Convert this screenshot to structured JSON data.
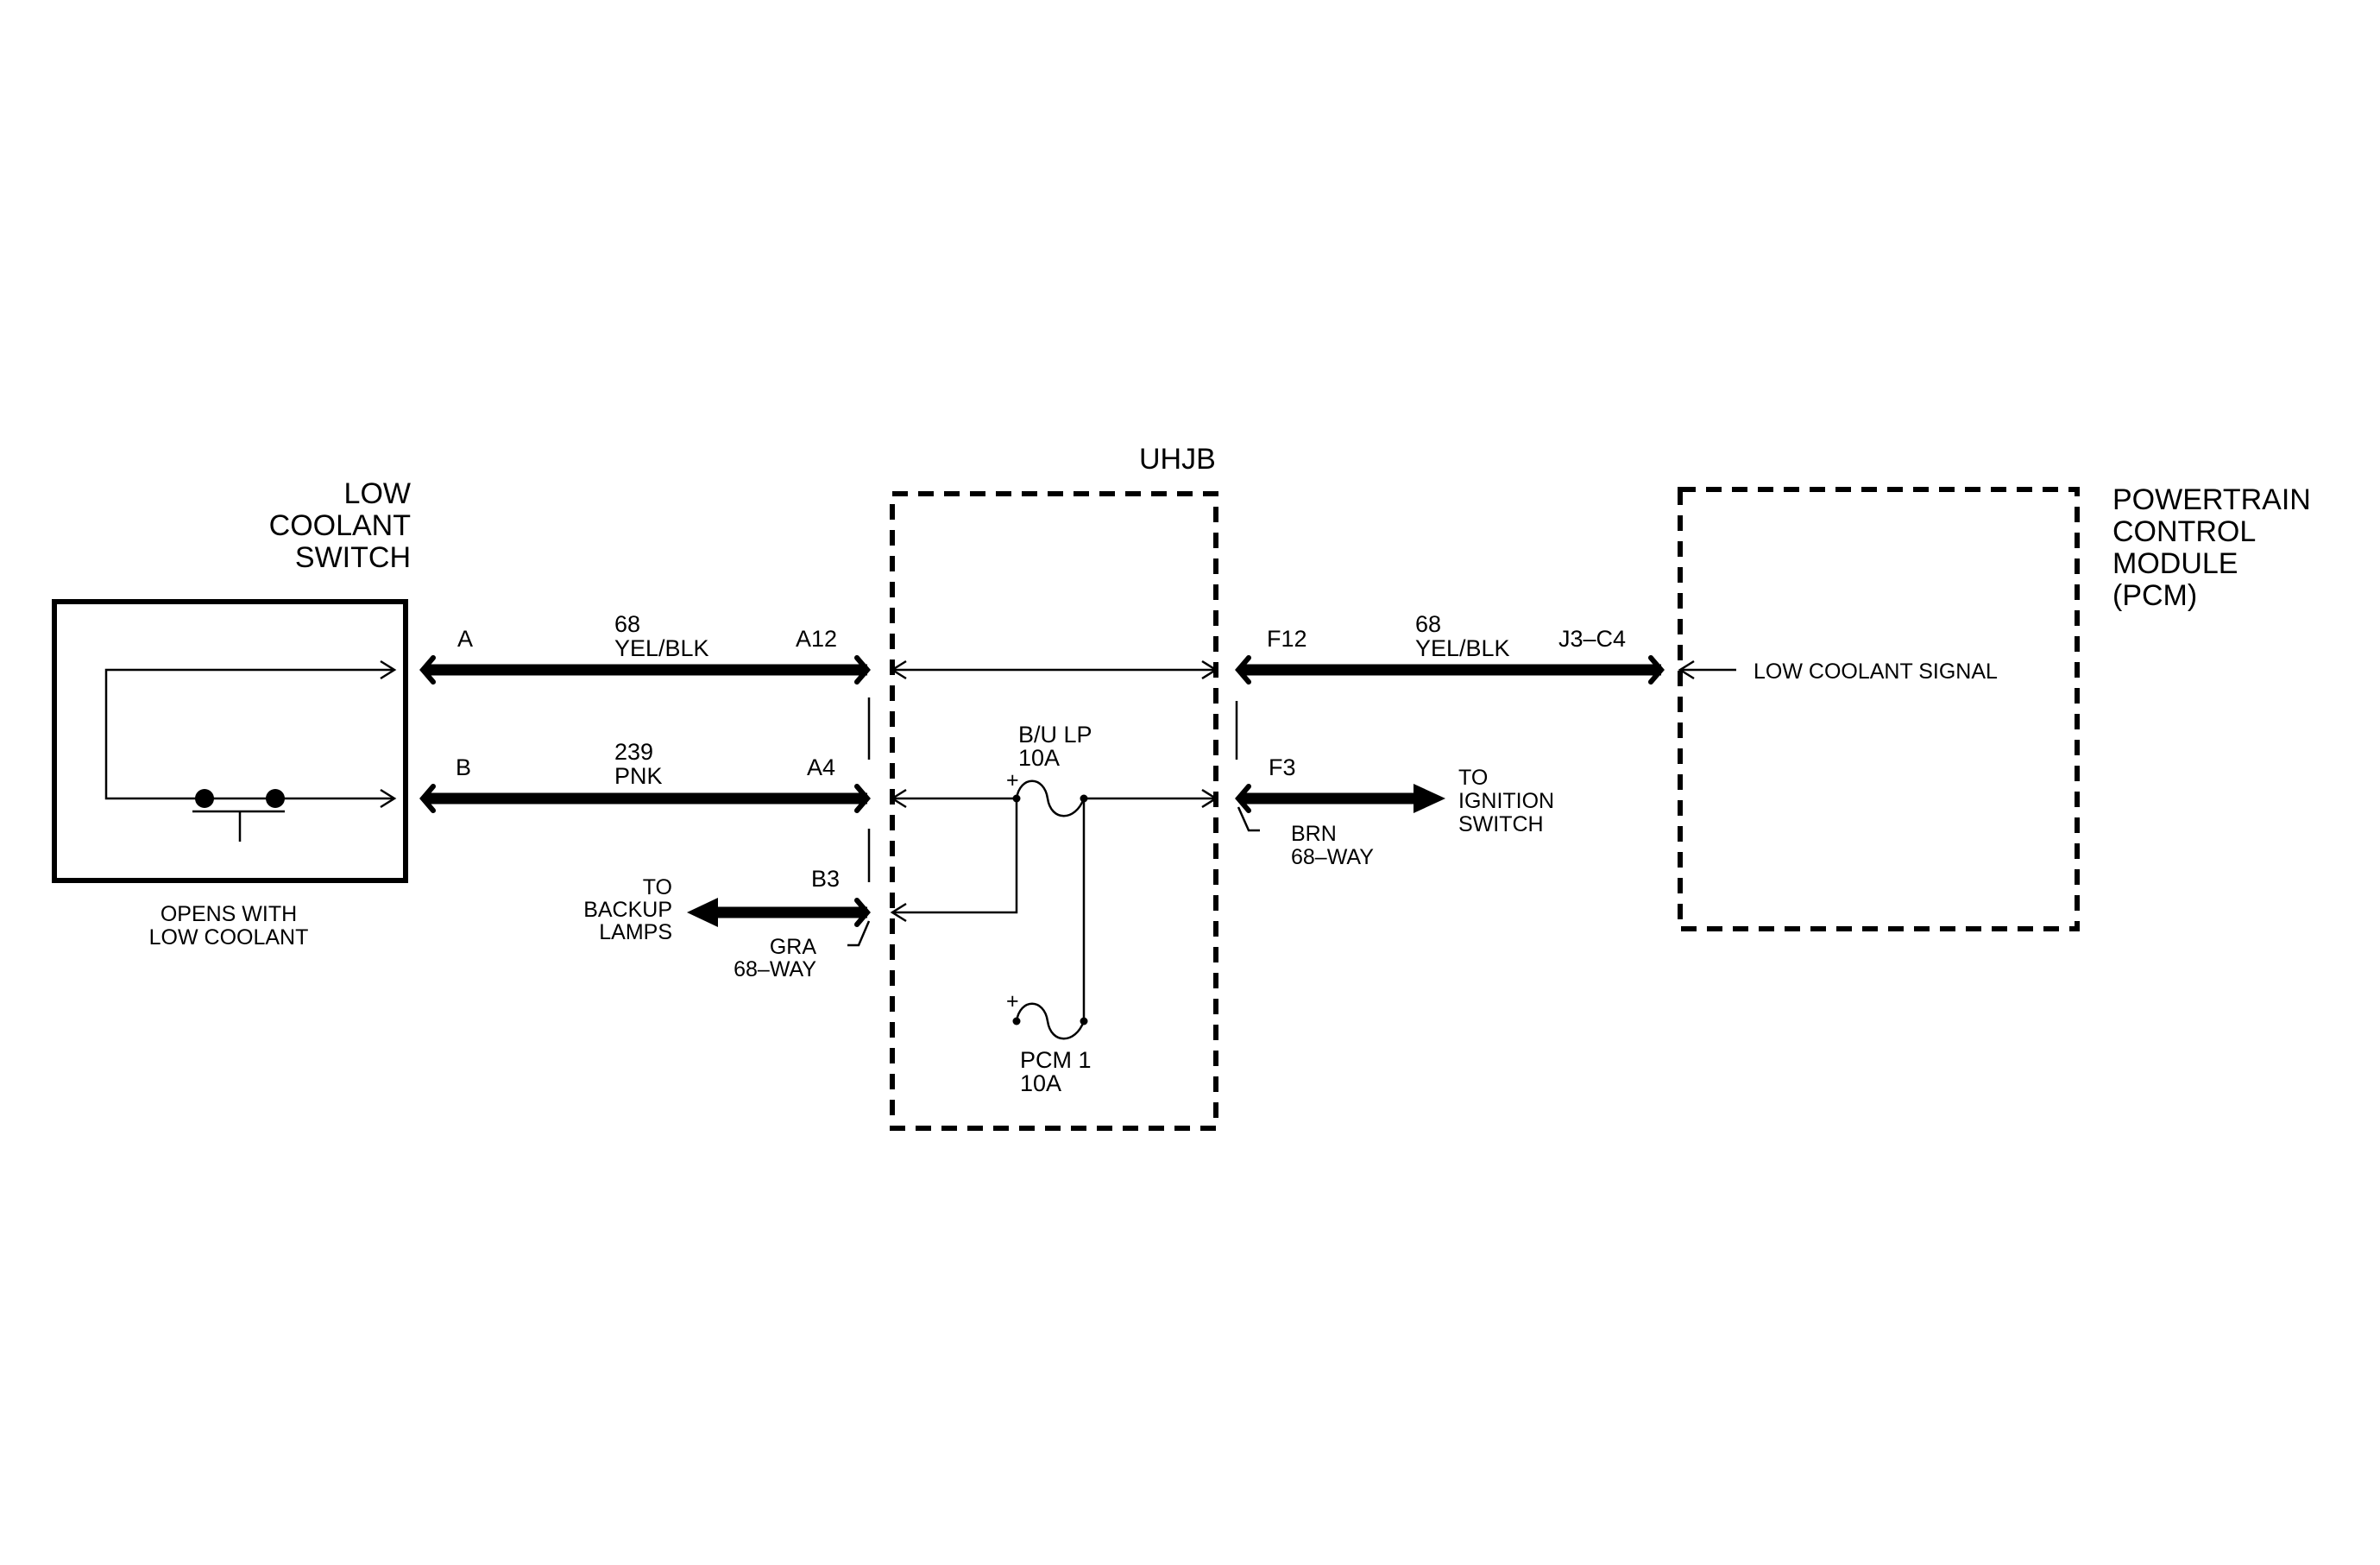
{
  "components": {
    "low_coolant_switch": {
      "label_lines": [
        "LOW",
        "COOLANT",
        "SWITCH"
      ],
      "note_lines": [
        "OPENS WITH",
        "LOW COOLANT"
      ]
    },
    "uhjb": {
      "label": "UHJB"
    },
    "pcm": {
      "label_lines": [
        "POWERTRAIN",
        "CONTROL",
        "MODULE",
        "(PCM)"
      ],
      "signal_label": "LOW COOLANT SIGNAL"
    }
  },
  "circuits": {
    "yel_blk_left": {
      "pin_from": "A",
      "number": "68",
      "color": "YEL/BLK",
      "pin_to": "A12"
    },
    "pnk": {
      "pin_from": "B",
      "number": "239",
      "color": "PNK",
      "pin_to": "A4"
    },
    "gra": {
      "pin": "B3",
      "to_lines": [
        "TO",
        "BACKUP",
        "LAMPS"
      ],
      "color_lines": [
        "GRA",
        "68–WAY"
      ]
    },
    "yel_blk_right": {
      "pin_from": "F12",
      "number": "68",
      "color": "YEL/BLK",
      "pin_to": "J3–C4"
    },
    "brn": {
      "pin": "F3",
      "to_lines": [
        "TO",
        "IGNITION",
        "SWITCH"
      ],
      "color_lines": [
        "BRN",
        "68–WAY"
      ]
    }
  },
  "fuses": {
    "bu_lp": {
      "name": "B/U LP",
      "rating": "10A",
      "polarity": "+"
    },
    "pcm1": {
      "name": "PCM 1",
      "rating": "10A",
      "polarity": "+"
    }
  }
}
